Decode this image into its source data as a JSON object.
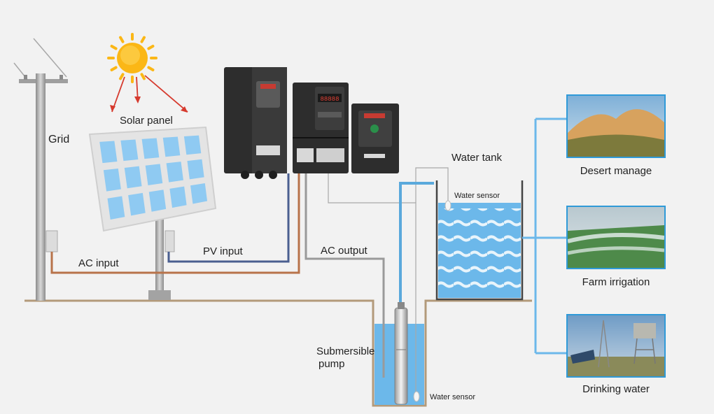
{
  "labels": {
    "grid": "Grid",
    "solar_panel": "Solar panel",
    "ac_input": "AC input",
    "pv_input": "PV input",
    "ac_output": "AC output",
    "water_tank": "Water tank",
    "water_sensor_tank": "Water sensor",
    "water_sensor_well": "Water sensor",
    "submersible_pump_line1": "Submersible",
    "submersible_pump_line2": "pump"
  },
  "applications": [
    {
      "label": "Desert manage",
      "icon": "desert-photo"
    },
    {
      "label": "Farm irrigation",
      "icon": "irrigation-photo"
    },
    {
      "label": "Drinking water",
      "icon": "water-tower-photo"
    }
  ],
  "colors": {
    "background": "#f2f2f2",
    "water": "#6cb8ea",
    "pipe_blue": "#5aa9dc",
    "cable_ac": "#b8734a",
    "cable_pv": "#4a5f90",
    "cable_gray": "#9a9a9a",
    "inverter": "#2d2d2d",
    "frame_border": "#2f9ad8"
  }
}
